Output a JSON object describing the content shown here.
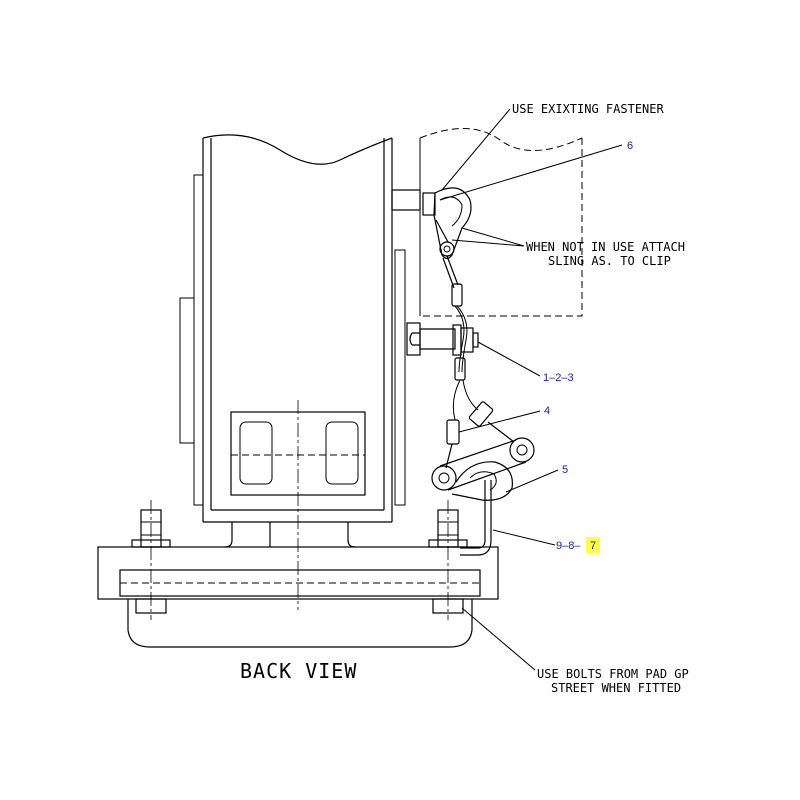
{
  "view_title": "BACK VIEW",
  "notes": {
    "existing_fastener": "USE EXIXTING FASTENER",
    "attach_line1": "WHEN NOT IN USE ATTACH",
    "attach_line2": "SLING AS. TO CLIP",
    "bolts_line1": "USE BOLTS FROM PAD GP",
    "bolts_line2": "STREET WHEN FITTED"
  },
  "callouts": {
    "item6": "6",
    "item123": "1–2–3",
    "item4": "4",
    "item5": "5",
    "item98_prefix": "9–8–",
    "item7": "7"
  },
  "colors": {
    "callout_text": "#1a1ab3",
    "highlight": "#ffff44",
    "line": "#000000"
  }
}
